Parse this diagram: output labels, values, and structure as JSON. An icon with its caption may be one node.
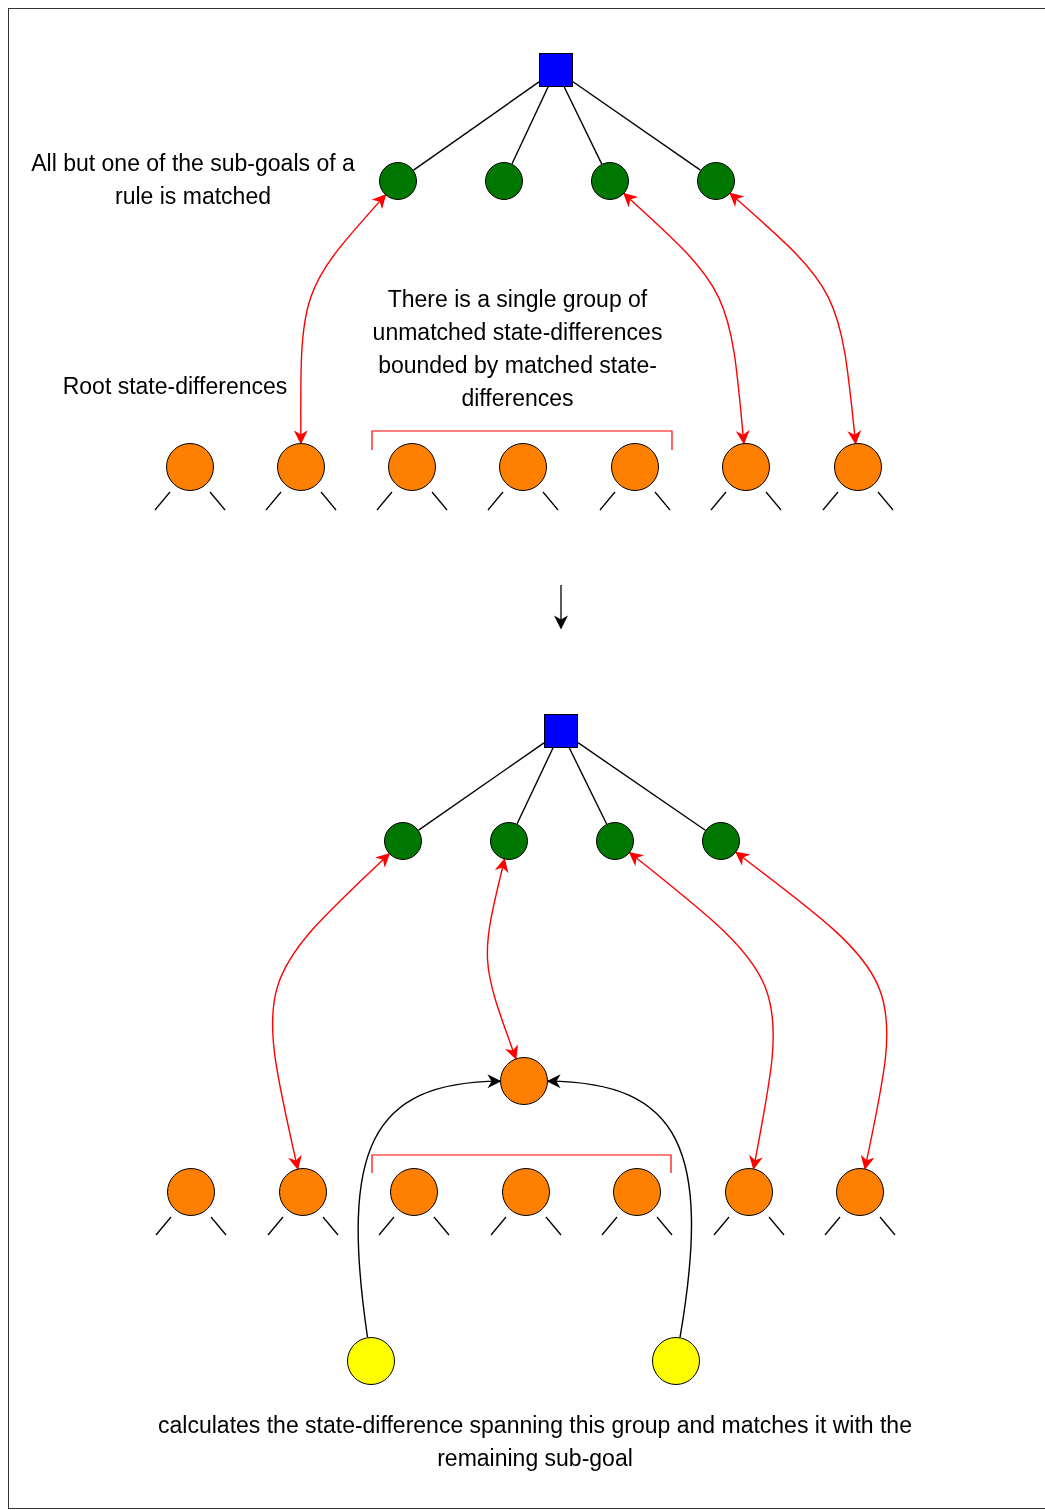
{
  "diagram": {
    "nodes": [
      {
        "text": [],
        "shape": "box"
      },
      {
        "text": [],
        "shape": "circle"
      },
      {
        "text": [],
        "shape": "circle"
      },
      {
        "text": [],
        "shape": "circle"
      },
      {
        "text": [],
        "shape": "circle"
      },
      {
        "text": [],
        "shape": "circle"
      },
      {
        "text": [],
        "shape": "circle"
      },
      {
        "text": [],
        "shape": "circle"
      },
      {
        "text": [],
        "shape": "circle"
      },
      {
        "text": [],
        "shape": "circle"
      },
      {
        "text": [],
        "shape": "circle"
      },
      {
        "text": [],
        "shape": "circle"
      },
      {
        "text": [],
        "shape": "box"
      },
      {
        "text": [],
        "shape": "circle"
      },
      {
        "text": [],
        "shape": "circle"
      },
      {
        "text": [],
        "shape": "circle"
      },
      {
        "text": [],
        "shape": "circle"
      },
      {
        "text": [],
        "shape": "circle"
      },
      {
        "text": [],
        "shape": "circle"
      },
      {
        "text": [],
        "shape": "circle"
      },
      {
        "text": [],
        "shape": "circle"
      },
      {
        "text": [],
        "shape": "circle"
      },
      {
        "text": [],
        "shape": "circle"
      },
      {
        "text": [],
        "shape": "circle"
      },
      {
        "text": [],
        "shape": "circle"
      },
      {
        "text": [],
        "shape": "circle"
      },
      {
        "text": [],
        "shape": "circle"
      }
    ],
    "edges": [
      {
        "from": 0,
        "to": 1,
        "arrow": "none"
      },
      {
        "from": 0,
        "to": 2,
        "arrow": "none"
      },
      {
        "from": 0,
        "to": 3,
        "arrow": "none"
      },
      {
        "from": 0,
        "to": 4,
        "arrow": "none"
      },
      {
        "from": 1,
        "to": 6,
        "arrow": "both",
        "color": "#ff0000"
      },
      {
        "from": 3,
        "to": 10,
        "arrow": "both",
        "color": "#ff0000"
      },
      {
        "from": 4,
        "to": 11,
        "arrow": "both",
        "color": "#ff0000"
      },
      {
        "from": 12,
        "to": 13,
        "arrow": "none"
      },
      {
        "from": 12,
        "to": 14,
        "arrow": "none"
      },
      {
        "from": 12,
        "to": 15,
        "arrow": "none"
      },
      {
        "from": 12,
        "to": 16,
        "arrow": "none"
      },
      {
        "from": 13,
        "to": 19,
        "arrow": "both",
        "color": "#ff0000"
      },
      {
        "from": 14,
        "to": 17,
        "arrow": "both",
        "color": "#ff0000"
      },
      {
        "from": 15,
        "to": 23,
        "arrow": "both",
        "color": "#ff0000"
      },
      {
        "from": 16,
        "to": 24,
        "arrow": "both",
        "color": "#ff0000"
      },
      {
        "from": 25,
        "to": 17,
        "arrow": "to"
      },
      {
        "from": 26,
        "to": 17,
        "arrow": "to"
      }
    ],
    "labels": [
      "All but one of the sub-goals of a rule is matched",
      "There is a single group of unmatched state-differences bounded by matched state-differences",
      "Root state-differences",
      "calculates the state-difference spanning this group and matches it with the remaining sub-goal"
    ]
  }
}
